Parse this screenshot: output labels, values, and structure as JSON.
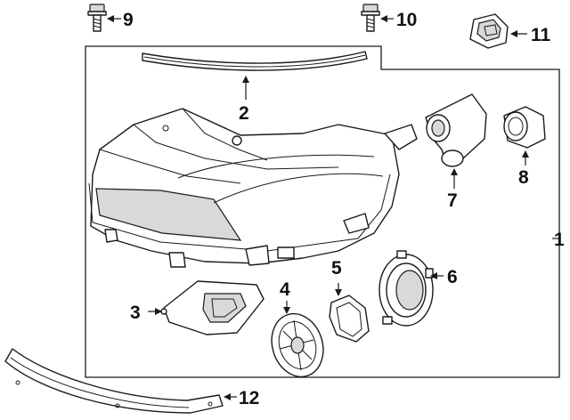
{
  "callouts": {
    "c1": "1",
    "c2": "2",
    "c3": "3",
    "c4": "4",
    "c5": "5",
    "c6": "6",
    "c7": "7",
    "c8": "8",
    "c9": "9",
    "c10": "10",
    "c11": "11",
    "c12": "12"
  },
  "colors": {
    "line": "#1a1a1a",
    "background": "#ffffff",
    "shade": "#d9d9d9"
  }
}
